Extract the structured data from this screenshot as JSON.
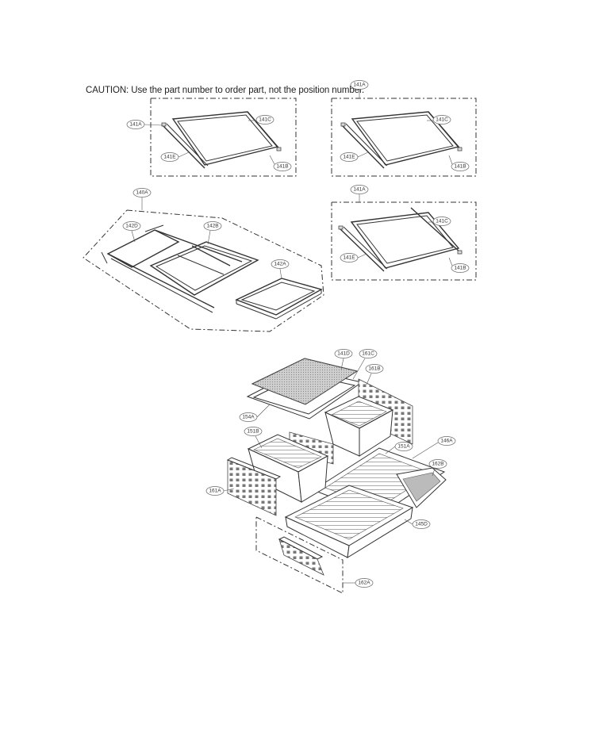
{
  "caution": "CAUTION: Use the part number to order part, not the position number.",
  "labels": {
    "g1": {
      "a": "141A",
      "c": "141C",
      "e": "141E",
      "b": "141B"
    },
    "g2": {
      "a": "141A",
      "c": "141C",
      "e": "141E",
      "b": "141B"
    },
    "g3": {
      "a": "141A",
      "c": "141C",
      "e": "141E",
      "b": "141B"
    },
    "g4": {
      "a": "140A",
      "d": "142D",
      "b": "142B",
      "pa": "142A"
    },
    "g5": {
      "d141": "141D",
      "c161": "161C",
      "b161": "161B",
      "a154": "154A",
      "b151": "151B",
      "a151": "151A",
      "a146": "146A",
      "b162": "162B",
      "a161": "161A",
      "d145": "145D",
      "a162": "162A"
    }
  }
}
